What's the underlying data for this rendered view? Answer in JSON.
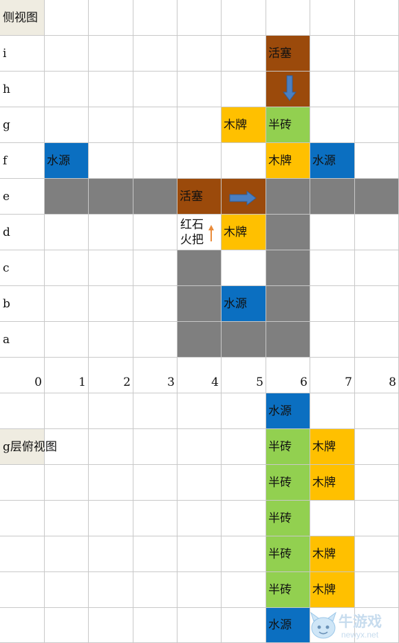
{
  "colors": {
    "grid_line": "#c8c8c8",
    "title_bg": "#efece1",
    "wall_gray": "#7f7f7f",
    "piston_brown": "#9b4a0b",
    "water_blue": "#0b6fc1",
    "wood_orange": "#ffc000",
    "slab_green": "#92d050",
    "arrow_blue": "#4a7fc1",
    "arrow_orange": "#e98b3a"
  },
  "side_view": {
    "title": "侧视图",
    "row_labels": [
      "i",
      "h",
      "g",
      "f",
      "e",
      "d",
      "c",
      "b",
      "a"
    ],
    "col_numbers": [
      "0",
      "1",
      "2",
      "3",
      "4",
      "5",
      "6",
      "7",
      "8"
    ],
    "blocks": [
      {
        "row": "i",
        "col": 6,
        "type": "piston",
        "label": "活塞"
      },
      {
        "row": "h",
        "col": 6,
        "type": "piston",
        "label": "",
        "icon": "arrow-down-icon"
      },
      {
        "row": "g",
        "col": 5,
        "type": "wood",
        "label": "木牌"
      },
      {
        "row": "g",
        "col": 6,
        "type": "slab",
        "label": "半砖"
      },
      {
        "row": "f",
        "col": 1,
        "type": "water",
        "label": "水源"
      },
      {
        "row": "f",
        "col": 6,
        "type": "wood",
        "label": "木牌"
      },
      {
        "row": "f",
        "col": 7,
        "type": "water",
        "label": "水源"
      },
      {
        "row": "e",
        "col": 1,
        "type": "wall",
        "label": ""
      },
      {
        "row": "e",
        "col": 2,
        "type": "wall",
        "label": ""
      },
      {
        "row": "e",
        "col": 3,
        "type": "wall",
        "label": ""
      },
      {
        "row": "e",
        "col": 4,
        "type": "piston",
        "label": "活塞"
      },
      {
        "row": "e",
        "col": 5,
        "type": "piston",
        "label": "",
        "icon": "arrow-right-icon"
      },
      {
        "row": "e",
        "col": 6,
        "type": "wall",
        "label": ""
      },
      {
        "row": "e",
        "col": 7,
        "type": "wall",
        "label": ""
      },
      {
        "row": "e",
        "col": 8,
        "type": "wall",
        "label": ""
      },
      {
        "row": "d",
        "col": 4,
        "type": "torch",
        "label": "红石火把",
        "icon": "arrow-up-icon"
      },
      {
        "row": "d",
        "col": 5,
        "type": "wood",
        "label": "木牌"
      },
      {
        "row": "d",
        "col": 6,
        "type": "wall",
        "label": ""
      },
      {
        "row": "c",
        "col": 4,
        "type": "wall",
        "label": ""
      },
      {
        "row": "c",
        "col": 6,
        "type": "wall",
        "label": ""
      },
      {
        "row": "b",
        "col": 4,
        "type": "wall",
        "label": ""
      },
      {
        "row": "b",
        "col": 5,
        "type": "water",
        "label": "水源"
      },
      {
        "row": "b",
        "col": 6,
        "type": "wall",
        "label": ""
      },
      {
        "row": "a",
        "col": 4,
        "type": "wall",
        "label": ""
      },
      {
        "row": "a",
        "col": 5,
        "type": "wall",
        "label": ""
      },
      {
        "row": "a",
        "col": 6,
        "type": "wall",
        "label": ""
      }
    ]
  },
  "top_view": {
    "title": "g层俯视图",
    "blocks": [
      {
        "row": 0,
        "col": 6,
        "type": "water",
        "label": "水源"
      },
      {
        "row": 1,
        "col": 6,
        "type": "slab",
        "label": "半砖"
      },
      {
        "row": 1,
        "col": 7,
        "type": "wood",
        "label": "木牌"
      },
      {
        "row": 2,
        "col": 6,
        "type": "slab",
        "label": "半砖"
      },
      {
        "row": 2,
        "col": 7,
        "type": "wood",
        "label": "木牌"
      },
      {
        "row": 3,
        "col": 6,
        "type": "slab",
        "label": "半砖"
      },
      {
        "row": 4,
        "col": 6,
        "type": "slab",
        "label": "半砖"
      },
      {
        "row": 4,
        "col": 7,
        "type": "wood",
        "label": "木牌"
      },
      {
        "row": 5,
        "col": 6,
        "type": "slab",
        "label": "半砖"
      },
      {
        "row": 5,
        "col": 7,
        "type": "wood",
        "label": "木牌"
      },
      {
        "row": 6,
        "col": 6,
        "type": "water",
        "label": "水源"
      }
    ]
  },
  "watermark": {
    "brand": "牛游戏",
    "url": "newyx.net",
    "icon": "mascot-icon"
  }
}
